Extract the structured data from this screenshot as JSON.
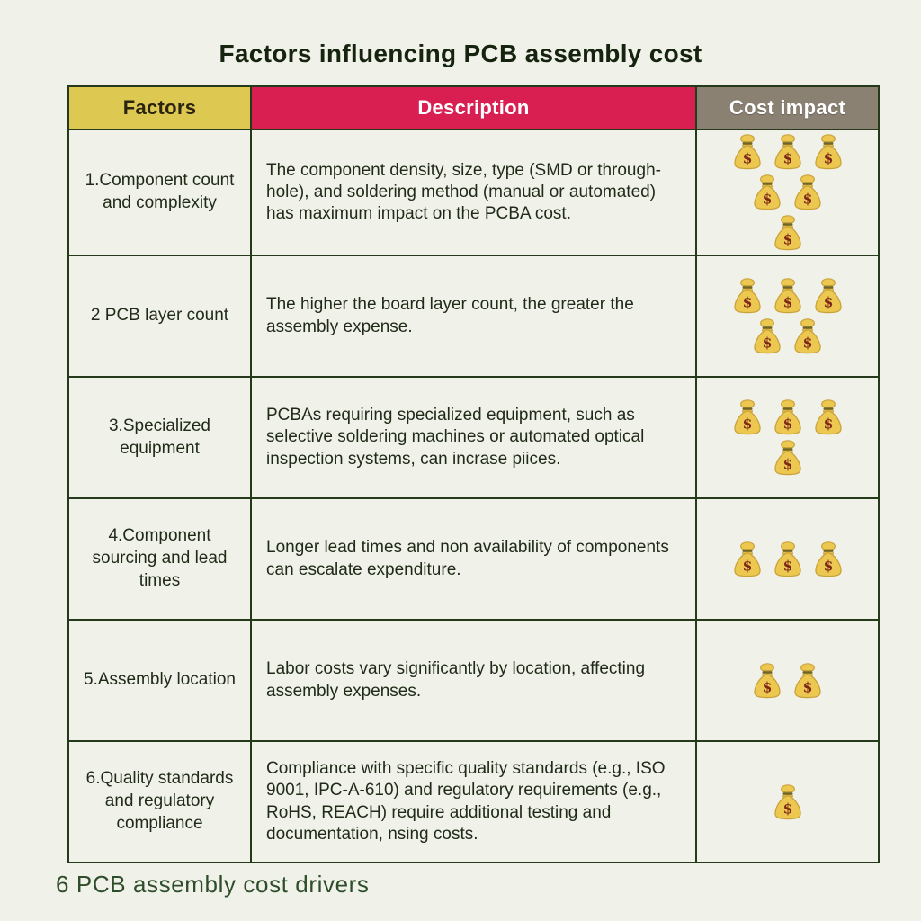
{
  "page": {
    "title": "Factors influencing PCB assembly cost",
    "footer_caption": "6 PCB assembly cost drivers"
  },
  "table": {
    "headers": [
      "Factors",
      "Description",
      "Cost impact"
    ],
    "rows": [
      {
        "factor": "1.Component count and complexity",
        "description": "The component density, size, type (SMD or through-hole), and soldering method (manual or automated) has maximum impact on the PCBA cost.",
        "cost_impact_bags": 6,
        "bag_layout": [
          3,
          2,
          1
        ]
      },
      {
        "factor": "2 PCB layer count",
        "description": "The higher the board layer count, the greater the assembly expense.",
        "cost_impact_bags": 5,
        "bag_layout": [
          3,
          2
        ]
      },
      {
        "factor": "3.Specialized equipment",
        "description": "PCBAs requiring specialized equipment, such as selective soldering machines or automated optical inspection systems, can incrase piices.",
        "cost_impact_bags": 4,
        "bag_layout": [
          3,
          1
        ]
      },
      {
        "factor": "4.Component sourcing and lead times",
        "description": "Longer lead times and non availability of components can escalate expenditure.",
        "cost_impact_bags": 3,
        "bag_layout": [
          3
        ]
      },
      {
        "factor": "5.Assembly location",
        "description": "Labor costs vary significantly by location, affecting assembly expenses.",
        "cost_impact_bags": 2,
        "bag_layout": [
          2
        ]
      },
      {
        "factor": "6.Quality standards and regulatory compliance",
        "description": "Compliance with specific quality standards (e.g., ISO 9001, IPC-A-610) and regulatory requirements (e.g., RoHS, REACH) require additional testing and documentation, nsing costs.",
        "cost_impact_bags": 1,
        "bag_layout": [
          1
        ]
      }
    ]
  },
  "icons": {
    "cost_impact_icon": "money-bag-icon",
    "dollar_glyph": "$"
  },
  "colors": {
    "page_background": "#f0f1e8",
    "factors_header_bg": "#ddc952",
    "description_header_bg": "#d91e52",
    "cost_header_bg": "#8a8173",
    "header_text_light": "#ffffff",
    "factors_header_text": "#2a2410",
    "table_border": "#243a1a",
    "body_text": "#1f2a18",
    "title_text": "#16240f",
    "footer_text": "#2e4e2b",
    "bag_gold": "#ecc851",
    "bag_outline": "#c9a23a",
    "dollar_red": "#7e2817"
  }
}
